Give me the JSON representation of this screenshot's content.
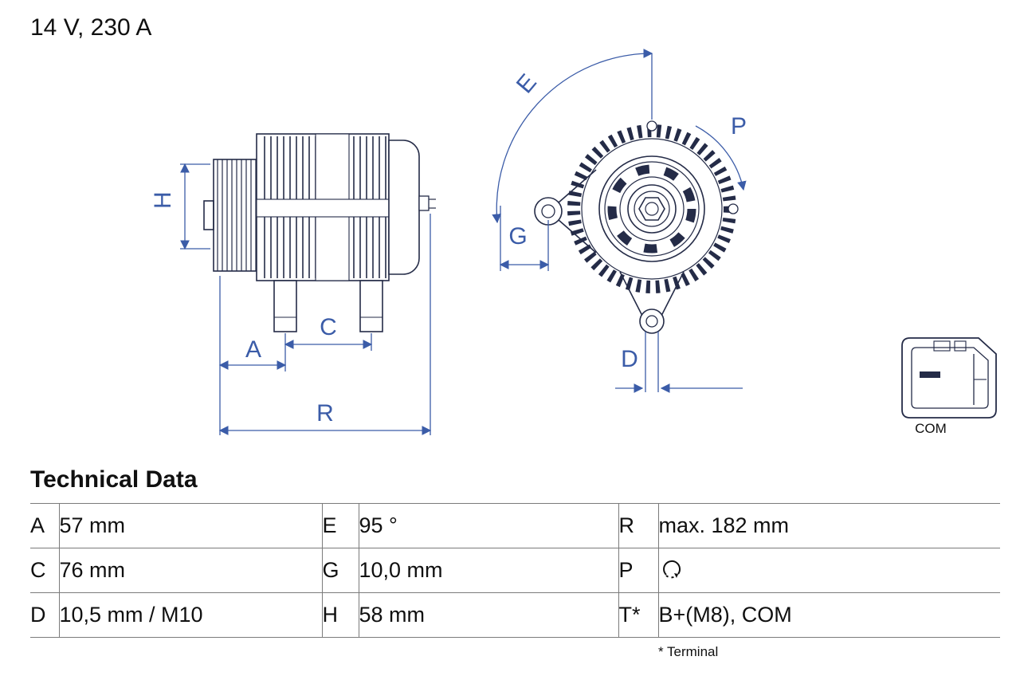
{
  "header": {
    "title": "14 V, 230 A"
  },
  "drawing": {
    "labels": {
      "H": "H",
      "A": "A",
      "C": "C",
      "R": "R",
      "E": "E",
      "G": "G",
      "D": "D",
      "P": "P"
    },
    "connector_label": "COM",
    "colors": {
      "line": "#242b47",
      "dimension": "#3b5ca8"
    }
  },
  "icons": {
    "p_rotation": "rotation-cw-icon"
  },
  "technical_data": {
    "heading": "Technical Data",
    "rows": [
      {
        "cells": [
          {
            "label": "A",
            "value": "57 mm"
          },
          {
            "label": "E",
            "value": "95 °"
          },
          {
            "label": "R",
            "value": "max. 182 mm"
          }
        ]
      },
      {
        "cells": [
          {
            "label": "C",
            "value": "76 mm"
          },
          {
            "label": "G",
            "value": "10,0 mm"
          },
          {
            "label": "P",
            "value": ""
          }
        ]
      },
      {
        "cells": [
          {
            "label": "D",
            "value": "10,5 mm / M10"
          },
          {
            "label": "H",
            "value": "58 mm"
          },
          {
            "label": "T*",
            "value": "B+(M8), COM"
          }
        ]
      }
    ],
    "footnote": "* Terminal"
  }
}
